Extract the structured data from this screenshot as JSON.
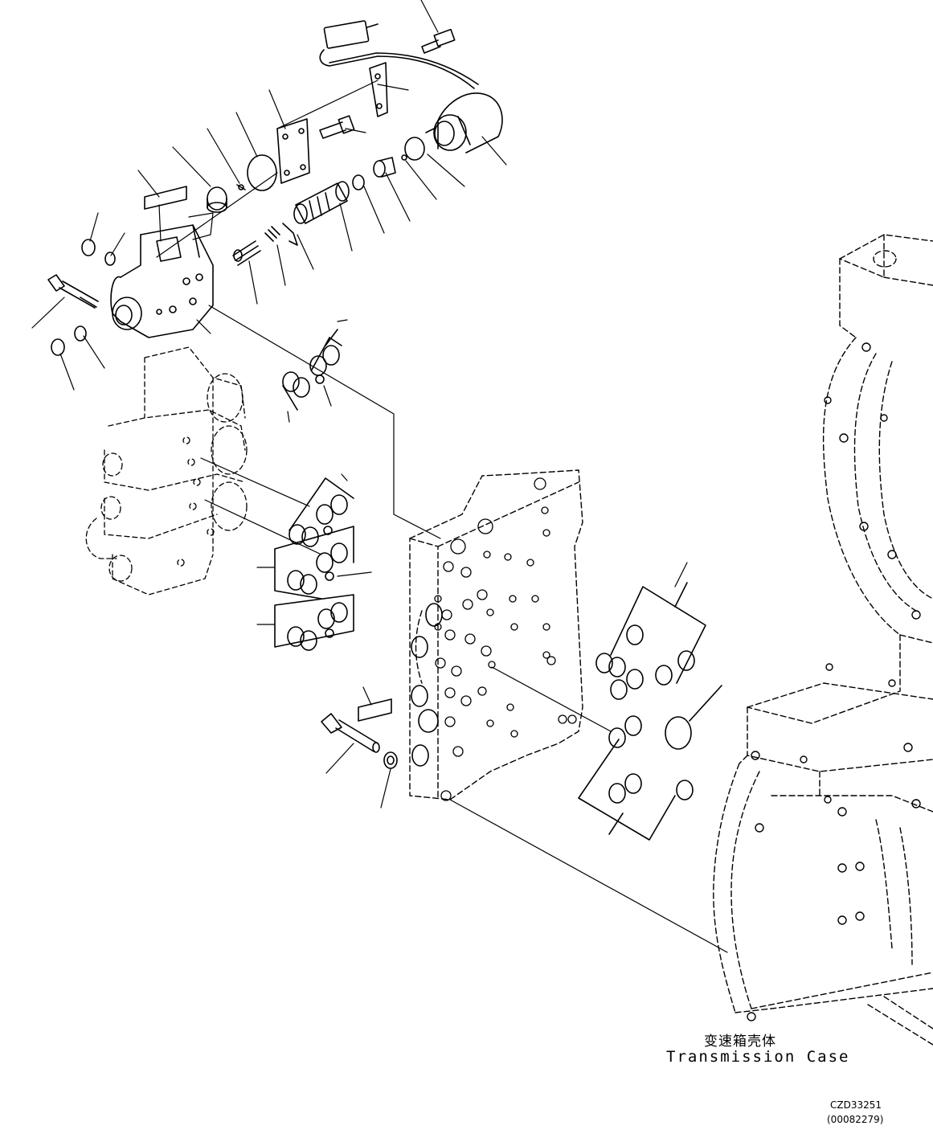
{
  "labels": {
    "case_name_cn": "变速箱壳体",
    "case_name_en": "Transmission Case",
    "drawing_code": "CZD33251",
    "drawing_ref": "(00082279)"
  }
}
